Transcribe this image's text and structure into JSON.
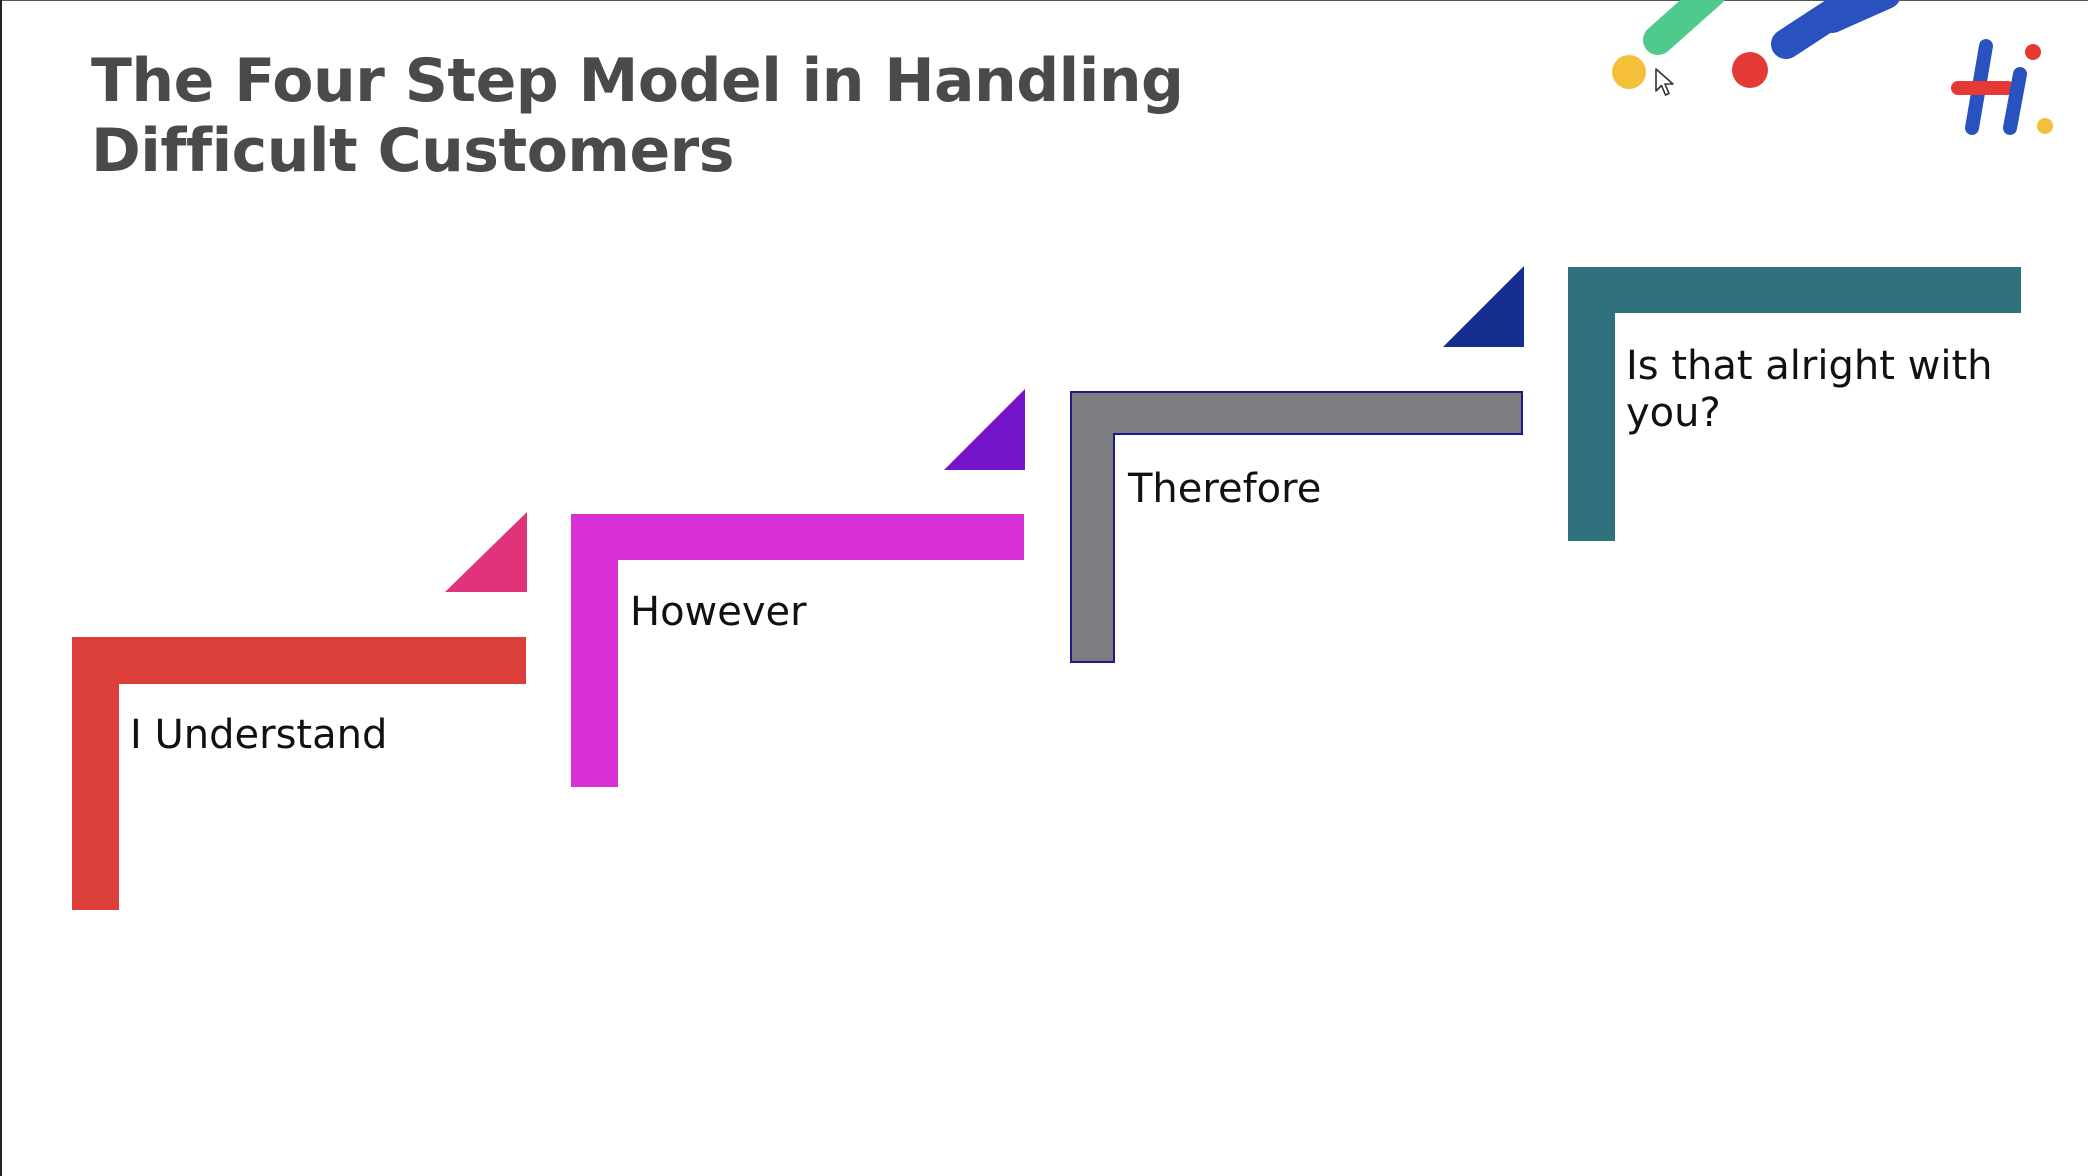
{
  "slide": {
    "title": "The Four Step Model in Handling Difficult Customers"
  },
  "steps": [
    {
      "label": "I Understand",
      "bar_color": "#dc3f3a",
      "triangle_color": "#e0337a"
    },
    {
      "label": "However",
      "bar_color": "#d930d6",
      "triangle_color": "#7416c8"
    },
    {
      "label": "Therefore",
      "bar_color": "#7d7c80",
      "triangle_color": "#142f8f"
    },
    {
      "label": "Is that alright with you?",
      "bar_color": "#2f717c",
      "triangle_color": ""
    }
  ],
  "logo": {
    "icon": "hi-brand-logo",
    "colors": [
      "#e53935",
      "#2a52be",
      "#f4bf3a"
    ]
  },
  "decor": {
    "colors": [
      "#4fc98c",
      "#2a52be",
      "#f4bf3a",
      "#e53935"
    ]
  },
  "cursor": {
    "icon": "mouse-pointer-icon"
  }
}
